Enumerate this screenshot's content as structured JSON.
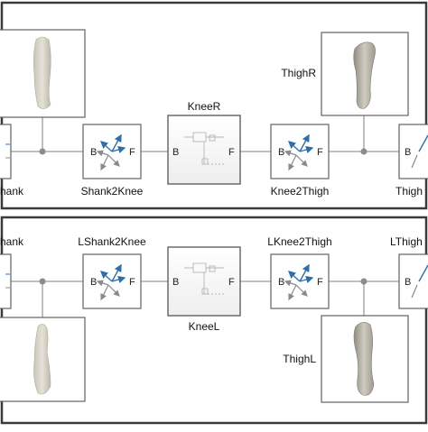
{
  "colors": {
    "panel_border": "#3a3a3a",
    "wire": "#9a9a9a",
    "junction": "#8c8c8c",
    "block_border": "#606060",
    "transform_blue": "#2f6fa8",
    "transform_gray": "#8a8a8a",
    "bone": "#d9d6cb",
    "bone_shade": "#bdb9ac"
  },
  "top_panel": {
    "label_shank_cut": "hank",
    "label_shank2knee": "Shank2Knee",
    "label_knee_r": "KneeR",
    "label_knee2thigh": "Knee2Thigh",
    "label_thigh_r": "ThighR",
    "label_thigh_cut": "Thigh",
    "port_b": "B",
    "port_f": "F"
  },
  "bottom_panel": {
    "label_shank_cut": "hank",
    "label_lshank2knee": "LShank2Knee",
    "label_knee_l": "KneeL",
    "label_lknee2thigh": "LKnee2Thigh",
    "label_thigh_l": "ThighL",
    "label_lthigh_cut": "LThigh",
    "port_b": "B",
    "port_f": "F"
  }
}
